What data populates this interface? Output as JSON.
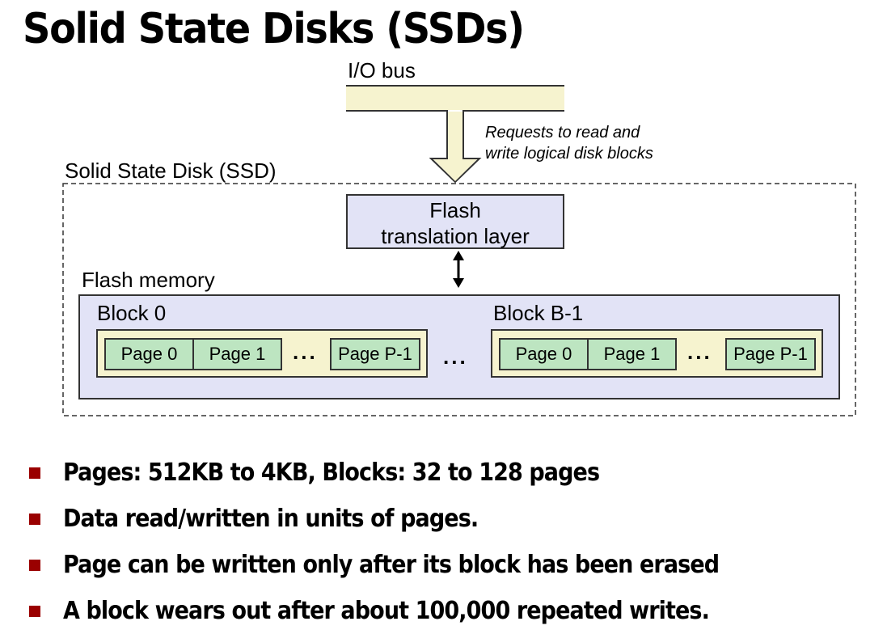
{
  "title": "Solid State Disks (SSDs)",
  "diagram": {
    "io_bus_label": "I/O bus",
    "request_note_line1": "Requests to read and",
    "request_note_line2": "write logical disk blocks",
    "ssd_label": "Solid State Disk (SSD)",
    "ftl_line1": "Flash",
    "ftl_line2": "translation layer",
    "flash_memory_label": "Flash memory",
    "blocks": [
      {
        "label": "Block 0",
        "pages": [
          "Page 0",
          "Page 1",
          "Page P-1"
        ]
      },
      {
        "label": "Block  B-1",
        "pages": [
          "Page 0",
          "Page 1",
          "Page P-1"
        ]
      }
    ],
    "ellipsis": "...",
    "colors": {
      "bus": "#f6f3cf",
      "ftl": "#e2e3f6",
      "block": "#f6f3cf",
      "page": "#bde5c1",
      "bullet": "#9a0000"
    }
  },
  "bullets": [
    "Pages: 512KB to 4KB, Blocks: 32 to 128 pages",
    "Data read/written in units of pages.",
    "Page can be written only after its block has been erased",
    "A block wears out after about 100,000 repeated writes."
  ]
}
